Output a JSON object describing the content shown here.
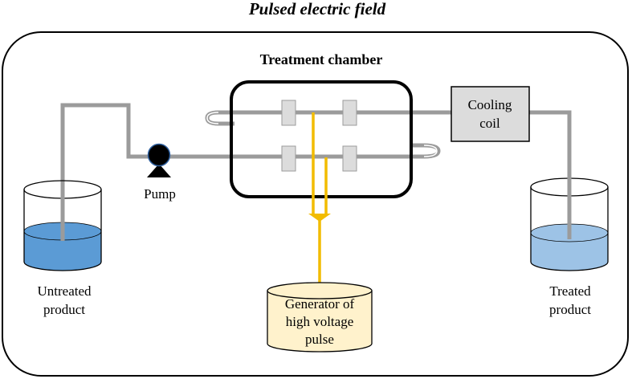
{
  "title": "Pulsed electric field",
  "chamber": {
    "label": "Treatment chamber"
  },
  "pump": {
    "label": "Pump"
  },
  "cooling_coil": {
    "line1": "Cooling",
    "line2": "coil"
  },
  "untreated": {
    "line1": "Untreated",
    "line2": "product"
  },
  "treated": {
    "line1": "Treated",
    "line2": "product"
  },
  "generator": {
    "line1": "Generator of",
    "line2": "high voltage",
    "line3": "pulse"
  },
  "colors": {
    "pipe": "#9b9b9b",
    "pulse_line": "#f2bc00",
    "generator_fill": "#fff2cc",
    "electrode_fill": "#dcdcdc",
    "cooling_fill": "#dcdcdc",
    "untreated_liquid": "#5b9bd5",
    "treated_liquid": "#9dc3e6"
  }
}
